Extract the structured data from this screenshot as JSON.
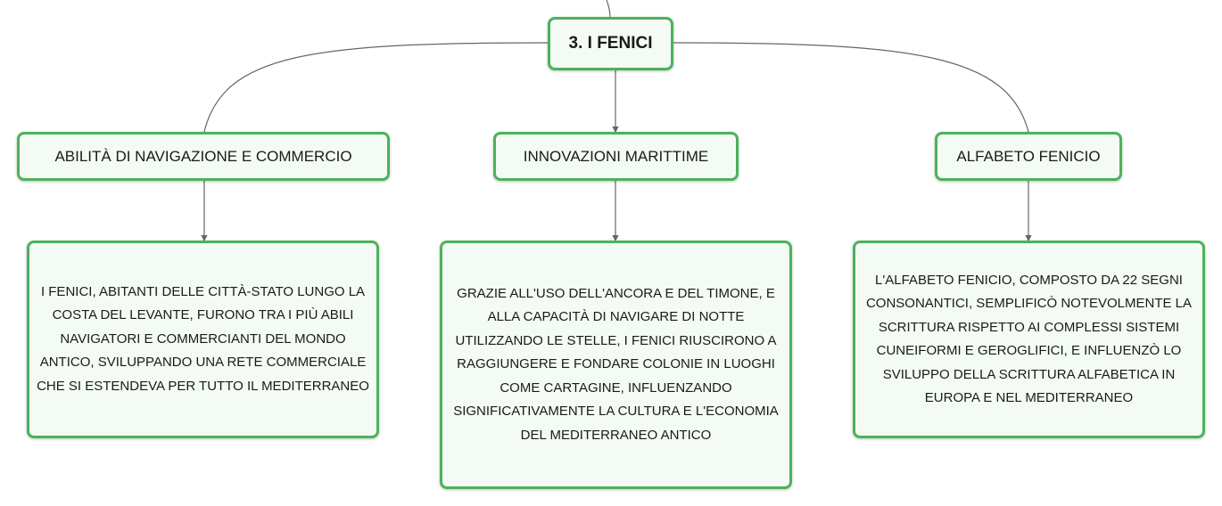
{
  "root": {
    "label": "3. I FENICI"
  },
  "branches": [
    {
      "label": "ABILITÀ DI NAVIGAZIONE E COMMERCIO",
      "detail": "I FENICI, ABITANTI DELLE CITTÀ-STATO LUNGO LA COSTA DEL LEVANTE, FURONO TRA I PIÙ ABILI NAVIGATORI E COMMERCIANTI DEL MONDO ANTICO, SVILUPPANDO UNA RETE COMMERCIALE CHE SI ESTENDEVA PER TUTTO IL MEDITERRANEO"
    },
    {
      "label": "INNOVAZIONI MARITTIME",
      "detail": "GRAZIE ALL'USO DELL'ANCORA E DEL TIMONE, E ALLA CAPACITÀ DI NAVIGARE DI NOTTE UTILIZZANDO LE STELLE, I FENICI RIUSCIRONO A RAGGIUNGERE E FONDARE COLONIE IN LUOGHI COME CARTAGINE, INFLUENZANDO SIGNIFICATIVAMENTE LA CULTURA E L'ECONOMIA DEL MEDITERRANEO ANTICO"
    },
    {
      "label": "ALFABETO FENICIO",
      "detail": "L'ALFABETO FENICIO, COMPOSTO DA 22 SEGNI CONSONANTICI, SEMPLIFICÒ NOTEVOLMENTE LA SCRITTURA RISPETTO AI COMPLESSI SISTEMI CUNEIFORMI E GEROGLIFICI, E INFLUENZÒ LO SVILUPPO DELLA SCRITTURA ALFABETICA IN EUROPA E NEL MEDITERRANEO"
    }
  ],
  "colors": {
    "node_border": "#4cb25a",
    "node_fill": "#f4fbf4",
    "connector": "#666666"
  }
}
